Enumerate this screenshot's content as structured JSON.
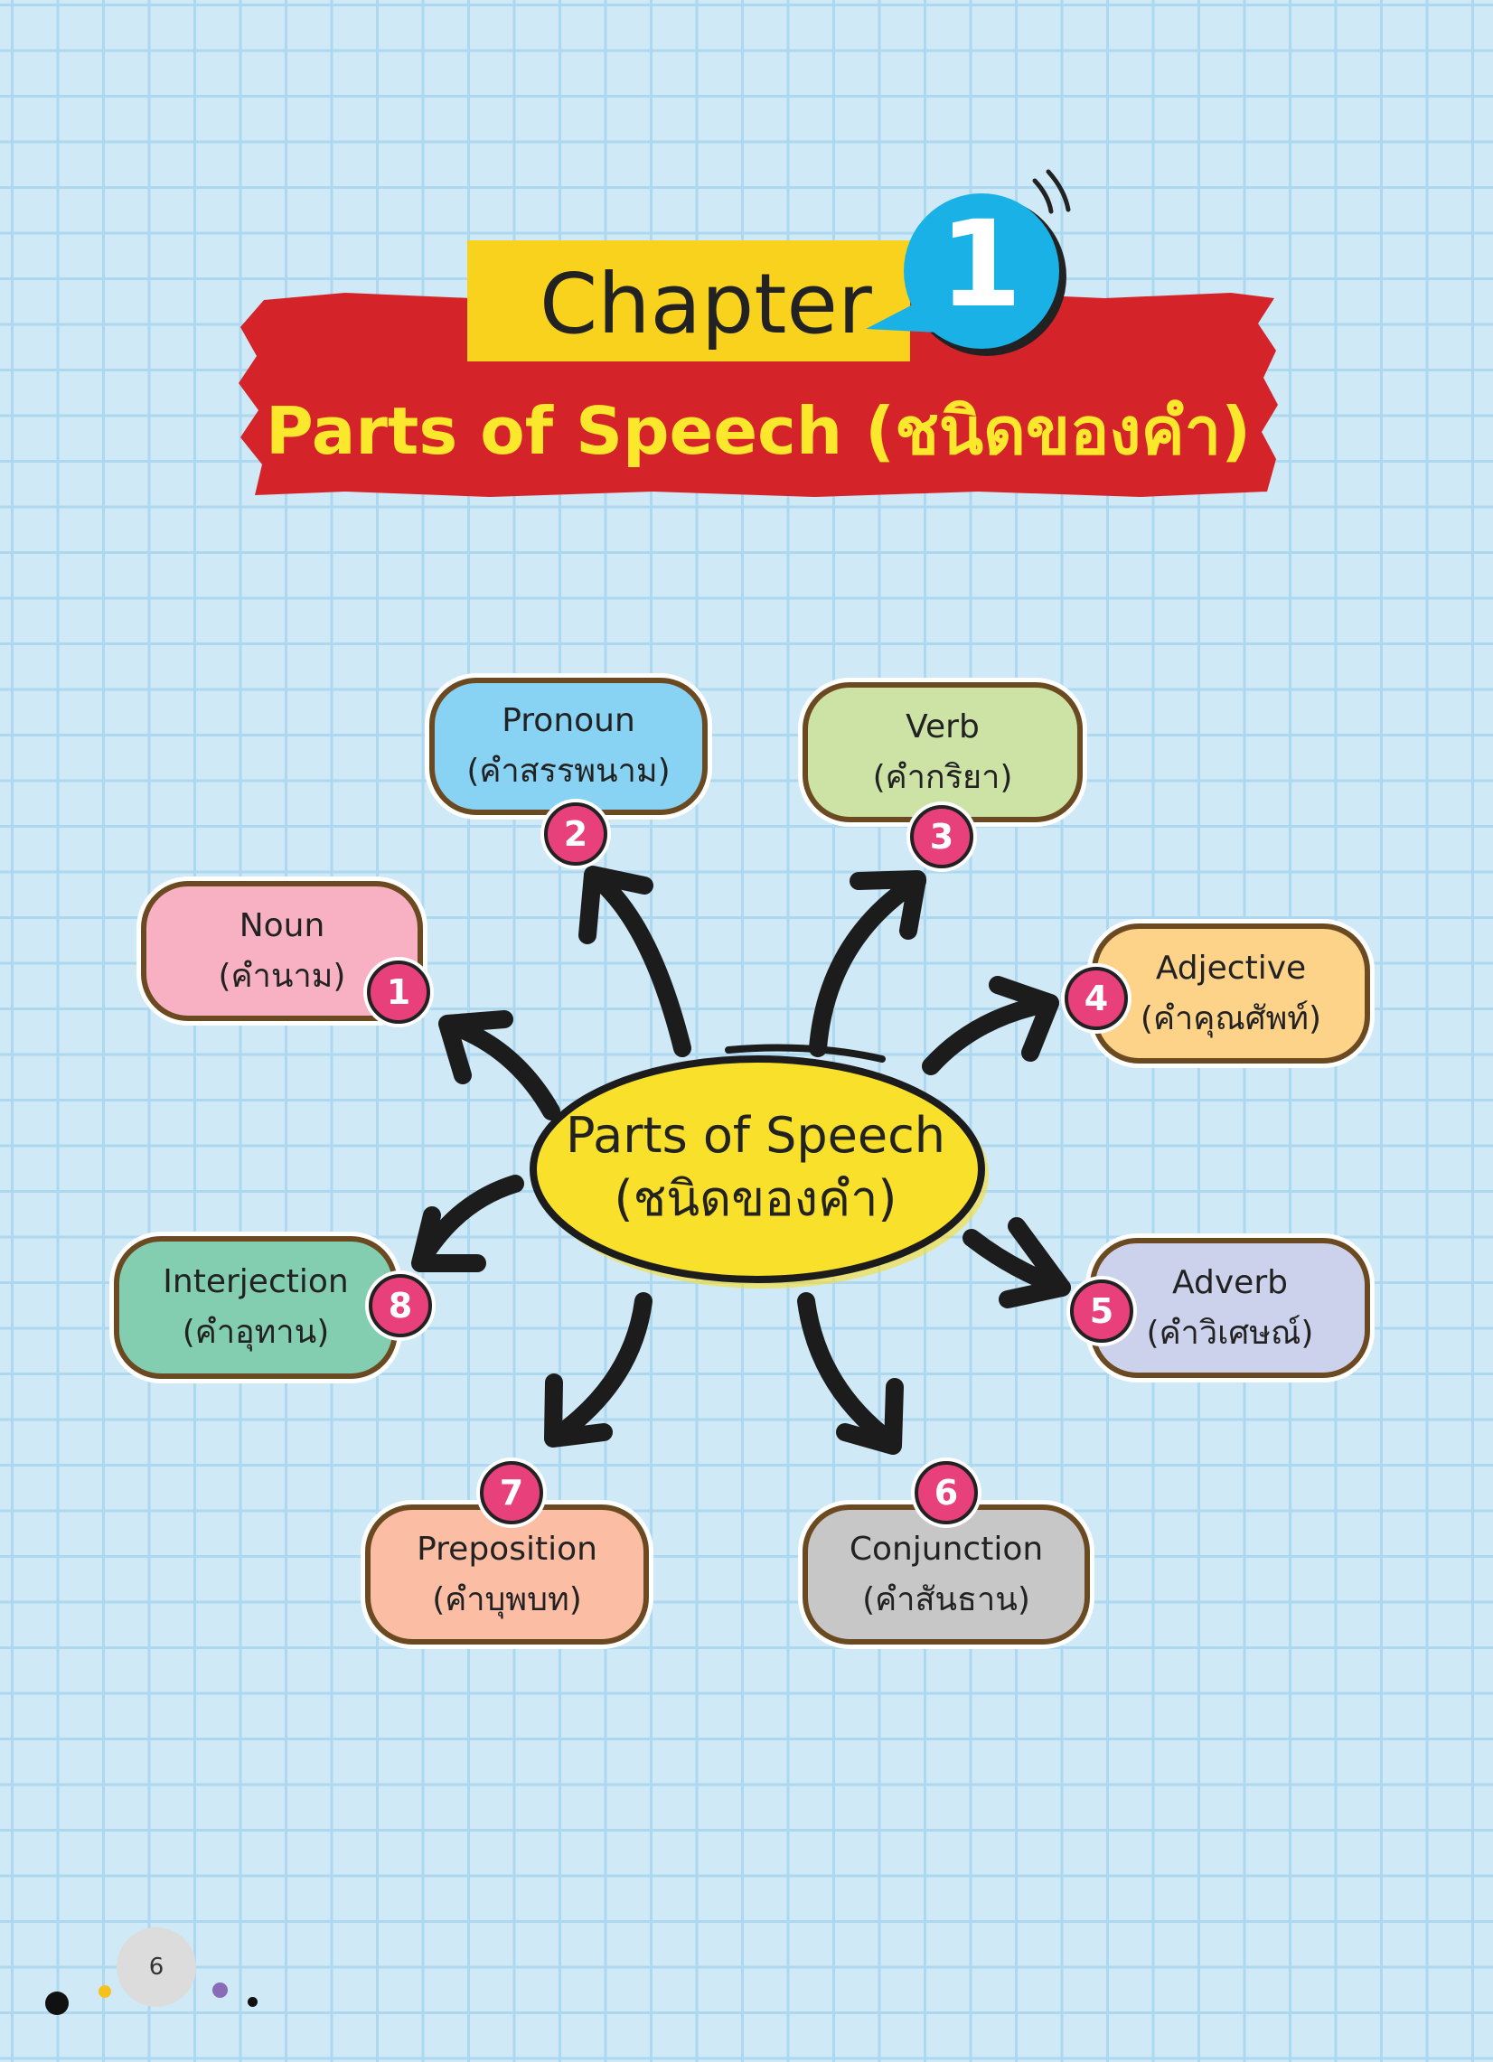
{
  "header": {
    "chapter_word": "Chapter",
    "chapter_number": "1",
    "subtitle": "Parts of Speech (ชนิดของคำ)"
  },
  "diagram": {
    "center": {
      "line1": "Parts of Speech",
      "line2": "(ชนิดของคำ)"
    },
    "nodes": [
      {
        "number": "1",
        "english": "Noun",
        "thai": "(คำนาม)",
        "color": "#f7b1c3"
      },
      {
        "number": "2",
        "english": "Pronoun",
        "thai": "(คำสรรพนาม)",
        "color": "#88d3f4"
      },
      {
        "number": "3",
        "english": "Verb",
        "thai": "(คำกริยา)",
        "color": "#cce3a5"
      },
      {
        "number": "4",
        "english": "Adjective",
        "thai": "(คำคุณศัพท์)",
        "color": "#fdd38a"
      },
      {
        "number": "5",
        "english": "Adverb",
        "thai": "(คำวิเศษณ์)",
        "color": "#cdd2ec"
      },
      {
        "number": "6",
        "english": "Conjunction",
        "thai": "(คำสันธาน)",
        "color": "#c7c7c7"
      },
      {
        "number": "7",
        "english": "Preposition",
        "thai": "(คำบุพบท)",
        "color": "#fcbda5"
      },
      {
        "number": "8",
        "english": "Interjection",
        "thai": "(คำอุทาน)",
        "color": "#83ceb0"
      }
    ]
  },
  "footer": {
    "page_number": "6"
  },
  "colors": {
    "banner_red": "#d42429",
    "label_yellow": "#f9d21d",
    "bubble_blue": "#1ab2e6",
    "subtitle_yellow": "#fbe72b",
    "center_yellow": "#f9e02a",
    "badge_pink": "#e8407a",
    "node_border": "#6b4a22"
  }
}
